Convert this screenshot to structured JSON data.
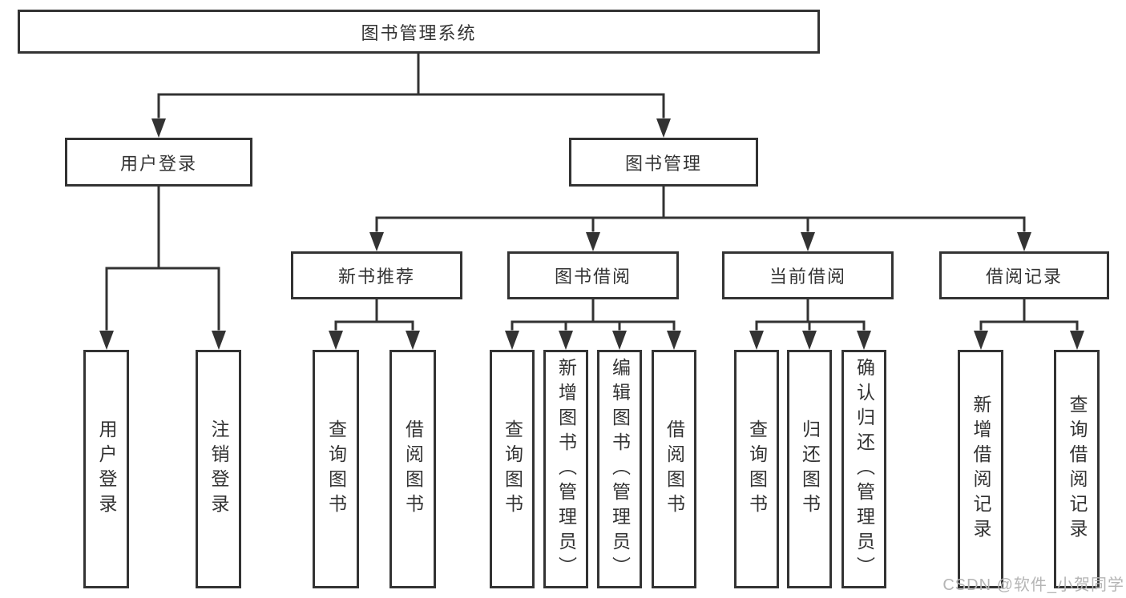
{
  "diagram": {
    "tree": {
      "label": "图书管理系统",
      "children": [
        {
          "label": "用户登录",
          "children": [
            {
              "label": "用户登录"
            },
            {
              "label": "注销登录"
            }
          ]
        },
        {
          "label": "图书管理",
          "children": [
            {
              "label": "新书推荐",
              "children": [
                {
                  "label": "查询图书"
                },
                {
                  "label": "借阅图书"
                }
              ]
            },
            {
              "label": "图书借阅",
              "children": [
                {
                  "label": "查询图书"
                },
                {
                  "label": "新增图书（管理员）"
                },
                {
                  "label": "编辑图书（管理员）"
                },
                {
                  "label": "借阅图书"
                }
              ]
            },
            {
              "label": "当前借阅",
              "children": [
                {
                  "label": "查询图书"
                },
                {
                  "label": "归还图书"
                },
                {
                  "label": "确认归还（管理员）"
                }
              ]
            },
            {
              "label": "借阅记录",
              "children": [
                {
                  "label": "新增借阅记录"
                },
                {
                  "label": "查询借阅记录"
                }
              ]
            }
          ]
        }
      ]
    },
    "colors": {
      "line": "#333333",
      "text": "#333333",
      "box_background": "#ffffff",
      "page_background": "#ffffff",
      "watermark": "#b5b5b5"
    }
  },
  "watermark": {
    "text": "CSDN @软件_小贺同学"
  }
}
